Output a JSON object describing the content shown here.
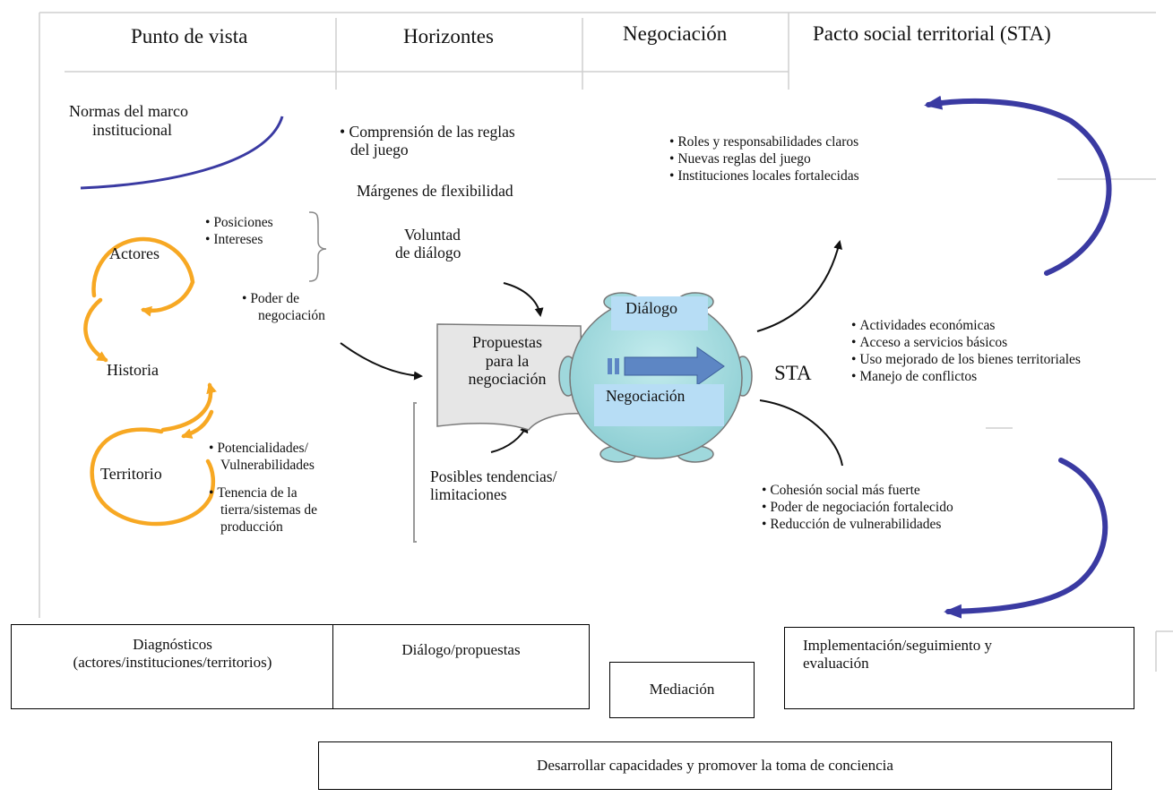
{
  "header": {
    "col1": "Punto de vista",
    "col2": "Horizontes",
    "col3": "Negociación",
    "col4": "Pacto social territorial (STA)"
  },
  "left": {
    "normas": [
      "Normas del marco",
      "institucional"
    ],
    "actores": "Actores",
    "historia": "Historia",
    "territorio": "Territorio",
    "actores_items": [
      "Posiciones",
      "Intereses"
    ],
    "poder": [
      "Poder de",
      "negociación"
    ],
    "territorio_items": [
      [
        "Potencialidades/",
        "Vulnerabilidades"
      ],
      [
        "Tenencia de la",
        "tierra/sistemas de",
        "producción"
      ]
    ]
  },
  "middle": {
    "comprension": [
      "Comprensión de las reglas",
      "del juego"
    ],
    "margenes": "Márgenes de flexibilidad",
    "voluntad": [
      "Voluntad",
      "de diálogo"
    ],
    "propuestas": [
      "Propuestas",
      "para la",
      "negociación"
    ],
    "tendencias": [
      "Posibles tendencias/",
      "limitaciones"
    ]
  },
  "center": {
    "dialogo": "Diálogo",
    "negociacion": "Negociación",
    "sta": "STA"
  },
  "right": {
    "top_items": [
      "Roles y responsabilidades claros",
      "Nuevas reglas del juego",
      "Instituciones locales fortalecidas"
    ],
    "mid_items": [
      "Actividades económicas",
      "Acceso a servicios básicos",
      "Uso mejorado de los bienes territoriales",
      "Manejo de conflictos"
    ],
    "bottom_items": [
      "Cohesión social más fuerte",
      "Poder de negociación fortalecido",
      "Reducción de vulnerabilidades"
    ]
  },
  "bottom": {
    "diagnosticos": [
      "Diagnósticos",
      "(actores/instituciones/territorios)"
    ],
    "dialogo_propuestas": "Diálogo/propuestas",
    "mediacion": "Mediación",
    "implementacion": [
      "Implementación/seguimiento y",
      "evaluación"
    ],
    "desarrollar": "Desarrollar capacidades y promover la toma de conciencia"
  },
  "colors": {
    "orange": "#f7a823",
    "navy": "#3a3aa2",
    "teal": "#9fd8dc",
    "light_blue": "#b7ddf5",
    "arrow_blue": "#5d86c4",
    "paper": "#e6e6e6"
  }
}
